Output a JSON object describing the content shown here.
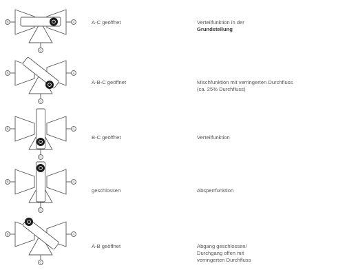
{
  "rows": [
    {
      "state": "A-C geöffnet",
      "desc_lines": [
        "Verteilfunktion in der"
      ],
      "desc_bold": "Grundstellung",
      "variant": "horizontal-plug-right"
    },
    {
      "state": "A-B-C geöffnet",
      "desc_lines": [
        "Mischfunktion mit verringerten Durchfluss",
        "(ca. 25% Durchfluss)"
      ],
      "desc_bold": "",
      "variant": "diagonal-down-right"
    },
    {
      "state": "B-C geöffnet",
      "desc_lines": [
        "Verteilfunktion"
      ],
      "desc_bold": "",
      "variant": "vertical-plug-bottom"
    },
    {
      "state": "geschlossen",
      "desc_lines": [
        "Absperrfunktion"
      ],
      "desc_bold": "",
      "variant": "vertical-plug-top"
    },
    {
      "state": "A-B geöffnet",
      "desc_lines": [
        "Abgang geschlossen/",
        "Durchgang offen mit",
        "verringerten Durchfluss"
      ],
      "desc_bold": "",
      "variant": "diagonal-up-left"
    }
  ],
  "port_labels": {
    "a": "A",
    "b": "B",
    "c": "C"
  },
  "colors": {
    "line": "#555555",
    "plug": "#1a1a1a",
    "text": "#555555"
  }
}
